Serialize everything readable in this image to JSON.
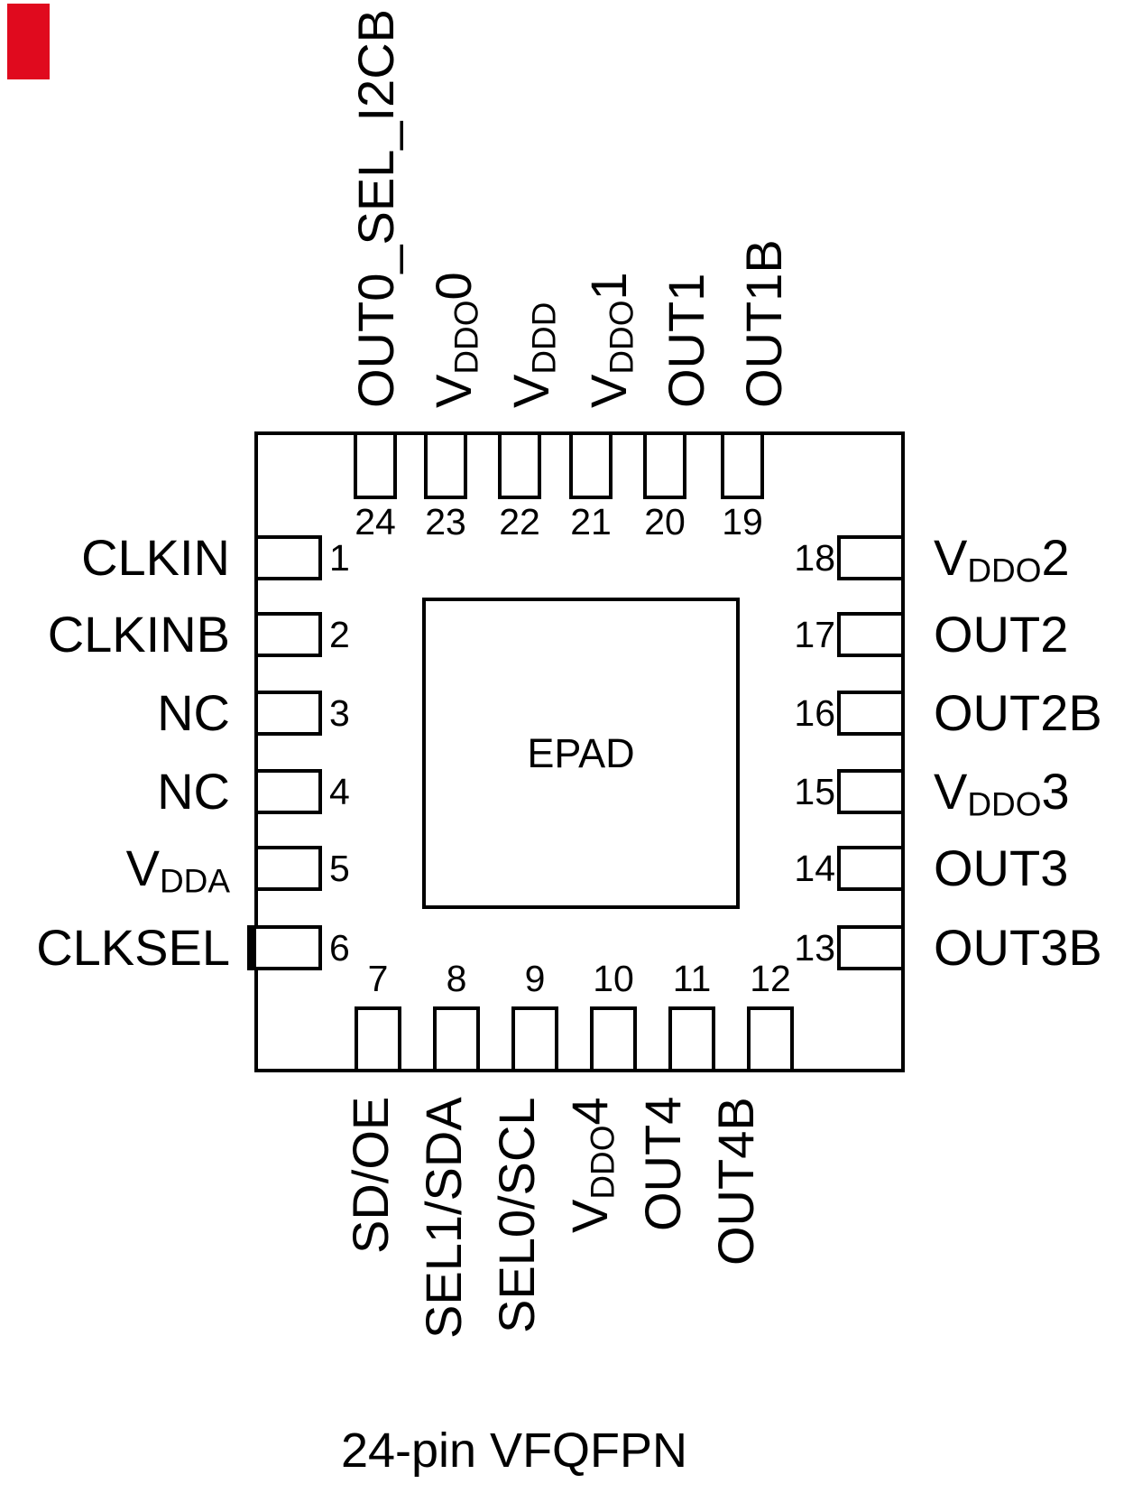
{
  "marker": {
    "color": "#e00a1e"
  },
  "chip": {
    "epad_label": "EPAD"
  },
  "caption": "24-pin VFQFPN",
  "pins": {
    "top": [
      {
        "num": "24",
        "parts": [
          {
            "t": "OUT0_SEL_I2CB"
          }
        ]
      },
      {
        "num": "23",
        "parts": [
          {
            "t": "V"
          },
          {
            "t": "DDO",
            "sub": true
          },
          {
            "t": "0"
          }
        ]
      },
      {
        "num": "22",
        "parts": [
          {
            "t": "V"
          },
          {
            "t": "DDD",
            "sub": true
          }
        ]
      },
      {
        "num": "21",
        "parts": [
          {
            "t": "V"
          },
          {
            "t": "DDO",
            "sub": true
          },
          {
            "t": "1"
          }
        ]
      },
      {
        "num": "20",
        "parts": [
          {
            "t": "OUT1"
          }
        ]
      },
      {
        "num": "19",
        "parts": [
          {
            "t": "OUT1B"
          }
        ]
      }
    ],
    "left": [
      {
        "num": "1",
        "parts": [
          {
            "t": "CLKIN"
          }
        ]
      },
      {
        "num": "2",
        "parts": [
          {
            "t": "CLKINB"
          }
        ]
      },
      {
        "num": "3",
        "parts": [
          {
            "t": "NC"
          }
        ]
      },
      {
        "num": "4",
        "parts": [
          {
            "t": "NC"
          }
        ]
      },
      {
        "num": "5",
        "parts": [
          {
            "t": "V"
          },
          {
            "t": "DDA",
            "sub": true
          }
        ]
      },
      {
        "num": "6",
        "parts": [
          {
            "t": "CLKSEL"
          }
        ]
      }
    ],
    "right": [
      {
        "num": "18",
        "parts": [
          {
            "t": "V"
          },
          {
            "t": "DDO",
            "sub": true
          },
          {
            "t": "2"
          }
        ]
      },
      {
        "num": "17",
        "parts": [
          {
            "t": "OUT2"
          }
        ]
      },
      {
        "num": "16",
        "parts": [
          {
            "t": "OUT2B"
          }
        ]
      },
      {
        "num": "15",
        "parts": [
          {
            "t": "V"
          },
          {
            "t": "DDO",
            "sub": true
          },
          {
            "t": "3"
          }
        ]
      },
      {
        "num": "14",
        "parts": [
          {
            "t": "OUT3"
          }
        ]
      },
      {
        "num": "13",
        "parts": [
          {
            "t": "OUT3B"
          }
        ]
      }
    ],
    "bottom": [
      {
        "num": "7",
        "parts": [
          {
            "t": "SD/OE"
          }
        ]
      },
      {
        "num": "8",
        "parts": [
          {
            "t": "SEL1/SDA"
          }
        ]
      },
      {
        "num": "9",
        "parts": [
          {
            "t": "SEL0/SCL"
          }
        ]
      },
      {
        "num": "10",
        "parts": [
          {
            "t": "V"
          },
          {
            "t": "DDO",
            "sub": true
          },
          {
            "t": "4"
          }
        ]
      },
      {
        "num": "11",
        "parts": [
          {
            "t": "OUT4"
          }
        ]
      },
      {
        "num": "12",
        "parts": [
          {
            "t": "OUT4B"
          }
        ]
      }
    ]
  }
}
